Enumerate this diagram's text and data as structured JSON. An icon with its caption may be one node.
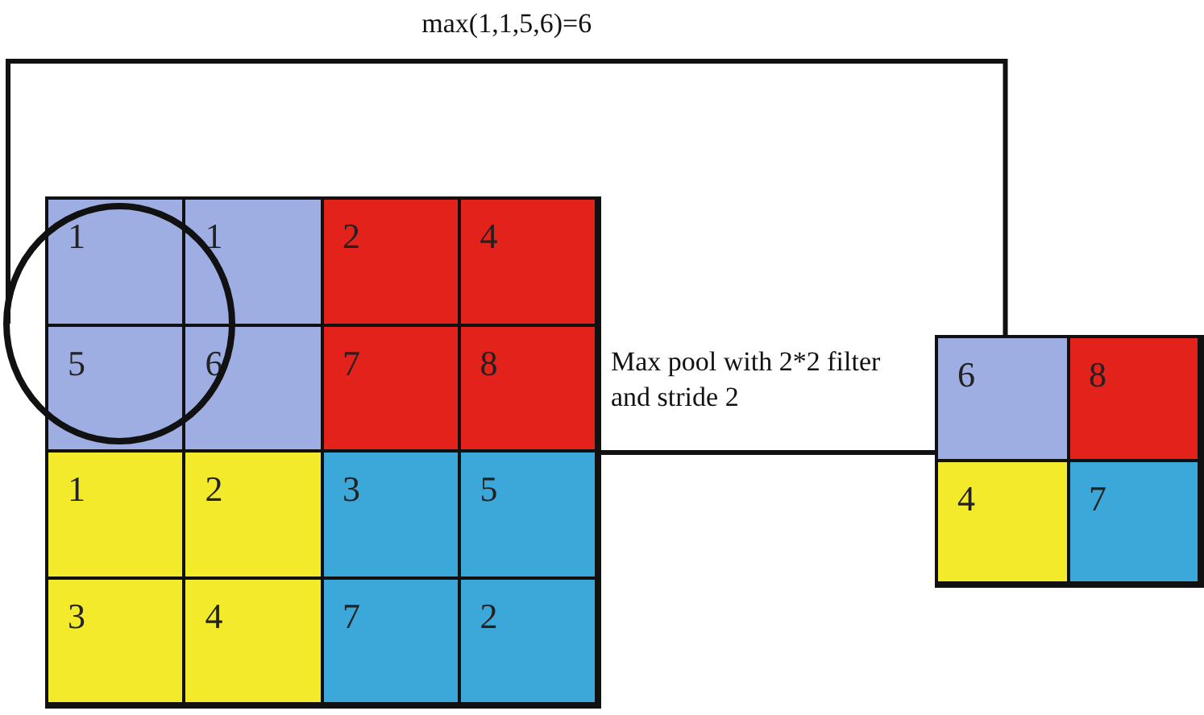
{
  "diagram": {
    "nodes": [
      {
        "text": [],
        "shape": "box"
      },
      {
        "text": [
          "1"
        ],
        "in": 0
      },
      {
        "text": [
          "1"
        ],
        "in": 0
      },
      {
        "text": [
          "2"
        ],
        "in": 0
      },
      {
        "text": [
          "4"
        ],
        "in": 0
      },
      {
        "text": [
          "5"
        ],
        "in": 0
      },
      {
        "text": [
          "6"
        ],
        "in": 0
      },
      {
        "text": [
          "7"
        ],
        "in": 0
      },
      {
        "text": [
          "8"
        ],
        "in": 0
      },
      {
        "text": [
          "1"
        ],
        "in": 0
      },
      {
        "text": [
          "2"
        ],
        "in": 0
      },
      {
        "text": [
          "3"
        ],
        "in": 0
      },
      {
        "text": [
          "5"
        ],
        "in": 0
      },
      {
        "text": [
          "3"
        ],
        "in": 0
      },
      {
        "text": [
          "4"
        ],
        "in": 0
      },
      {
        "text": [
          "7"
        ],
        "in": 0
      },
      {
        "text": [
          "2"
        ],
        "in": 0
      },
      {
        "text": [],
        "shape": "circle"
      },
      {
        "text": [],
        "shape": "box"
      },
      {
        "text": [
          "6"
        ],
        "in": 18
      },
      {
        "text": [
          "8"
        ],
        "in": 18
      },
      {
        "text": [
          "4"
        ],
        "in": 18
      },
      {
        "text": [
          "7"
        ],
        "in": 18
      }
    ],
    "edges": [
      {
        "from": 17,
        "to": 19,
        "arrow": "none",
        "label": "max(1,1,5,6)=6"
      },
      {
        "from": 0,
        "to": 18,
        "arrow": "none",
        "label": "Max pool with 2*2 filter and stride 2"
      }
    ]
  }
}
